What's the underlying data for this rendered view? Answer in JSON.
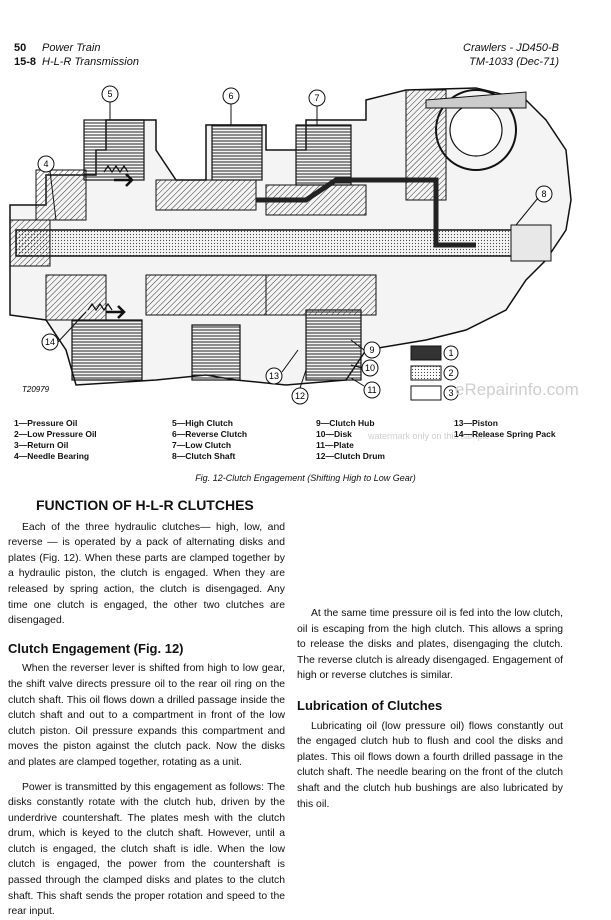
{
  "header": {
    "page_num": "50",
    "section": "Power Train",
    "page_ref": "15-8",
    "subsection": "H-L-R Transmission",
    "manual": "Crawlers - JD450-B",
    "tm": "TM-1033",
    "date": "(Dec-71)"
  },
  "figure": {
    "code": "T20979",
    "callouts": [
      "1",
      "2",
      "3",
      "4",
      "5",
      "6",
      "7",
      "8",
      "9",
      "10",
      "11",
      "12",
      "13",
      "14"
    ],
    "key_labels": [
      "1",
      "2",
      "3"
    ],
    "caption": "Fig. 12-Clutch Engagement (Shifting High to Low Gear)"
  },
  "legend": {
    "col1": [
      "1—Pressure Oil",
      "2—Low Pressure Oil",
      "3—Return Oil",
      "4—Needle Bearing"
    ],
    "col2": [
      "5—High Clutch",
      "6—Reverse Clutch",
      "7—Low Clutch",
      "8—Clutch Shaft"
    ],
    "col3": [
      "9—Clutch Hub",
      "10—Disk",
      "11—Plate",
      "12—Clutch Drum"
    ],
    "col4": [
      "13—Piston",
      "14—Release Spring Pack"
    ]
  },
  "watermark": {
    "main": "eRepairinfo.com",
    "sub": "watermark only on this sample"
  },
  "article": {
    "title": "FUNCTION OF H-L-R CLUTCHES",
    "intro": "Each of the three hydraulic clutches— high, low, and reverse — is operated by a pack of alternating disks and plates (Fig. 12). When these parts are clamped together by a hydraulic piston, the clutch is engaged. When they are released by spring action, the clutch is disengaged. Any time one clutch is engaged, the other two clutches are disengaged.",
    "h_engagement": "Clutch Engagement (Fig. 12)",
    "p_engagement_1": "When the reverser lever is shifted from high to low gear, the shift valve directs pressure oil to the rear oil ring on the clutch shaft. This oil flows down a drilled passage inside the clutch shaft and out to a compartment in front of the low clutch piston. Oil pressure expands this compartment and moves the piston against the clutch pack. Now the disks and plates are clamped together, rotating as a unit.",
    "p_engagement_2": "Power is transmitted by this engagement as follows: The disks constantly rotate with the clutch hub, driven by the underdrive countershaft. The plates mesh with the clutch drum, which is keyed to the clutch shaft. However, until a clutch is engaged, the clutch shaft is idle. When the low clutch is engaged, the power from the countershaft is passed through the clamped disks and plates to the clutch shaft. This shaft sends the proper rotation and speed to the rear input.",
    "p_engagement_3": "At the same time pressure oil is fed into the low clutch, oil is escaping from the high clutch. This allows a spring to release the disks and plates, disengaging the clutch. The reverse clutch is already disengaged. Engagement of high or reverse clutches is similar.",
    "h_lubrication": "Lubrication of Clutches",
    "p_lubrication": "Lubricating oil (low pressure oil) flows constantly out the engaged clutch hub to flush and cool the disks and plates. This oil flows down a fourth drilled passage in the clutch shaft. The needle bearing on the front of the clutch shaft and the clutch hub bushings are also lubricated by this oil."
  }
}
